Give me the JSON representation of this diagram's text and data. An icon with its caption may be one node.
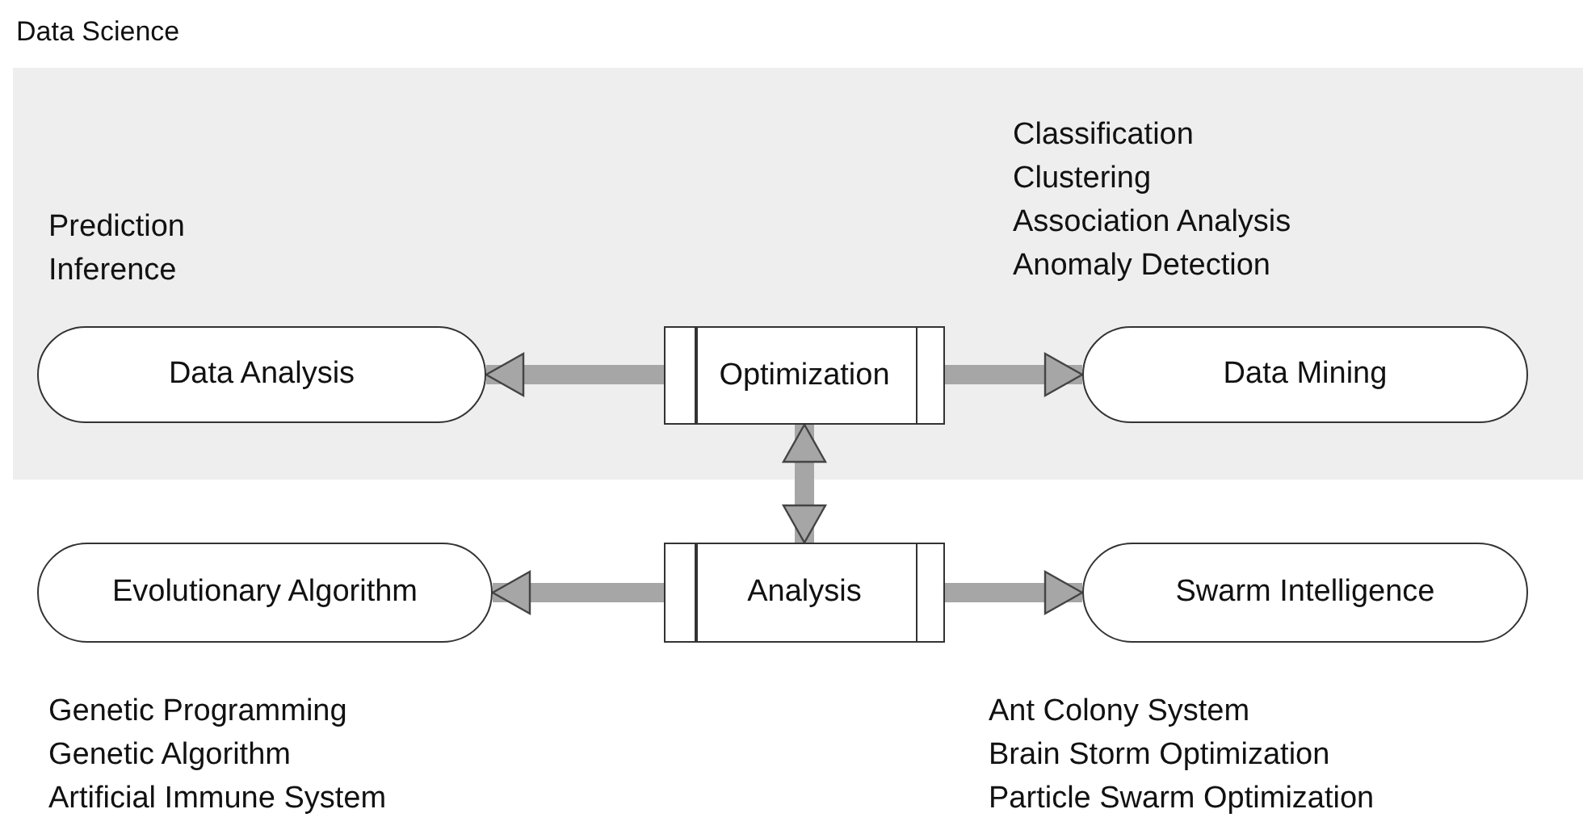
{
  "diagram": {
    "nodes": [
      {
        "text": [
          "Data Science"
        ]
      },
      {
        "text": [
          "Data Analysis"
        ],
        "in": 0,
        "beside": [
          "Prediction",
          "Inference"
        ]
      },
      {
        "text": [
          "Optimization"
        ],
        "in": 0
      },
      {
        "text": [
          "Data Mining"
        ],
        "in": 0,
        "beside": [
          "Classification",
          "Clustering",
          "Association Analysis",
          "Anomaly Detection"
        ]
      },
      {
        "text": [
          "Evolutionary Algorithm"
        ],
        "beside": [
          "Genetic Programming",
          "Genetic Algorithm",
          "Artificial Immune System"
        ]
      },
      {
        "text": [
          "Analysis"
        ]
      },
      {
        "text": [
          "Swarm Intelligence"
        ],
        "beside": [
          "Ant Colony System",
          "Brain Storm Optimization",
          "Particle Swarm Optimization"
        ]
      }
    ],
    "edges": [
      {
        "from": 2,
        "to": 1,
        "arrow": "to"
      },
      {
        "from": 2,
        "to": 3,
        "arrow": "to"
      },
      {
        "from": 2,
        "to": 5,
        "arrow": "both"
      },
      {
        "from": 5,
        "to": 4,
        "arrow": "to"
      },
      {
        "from": 5,
        "to": 6,
        "arrow": "to"
      }
    ]
  }
}
